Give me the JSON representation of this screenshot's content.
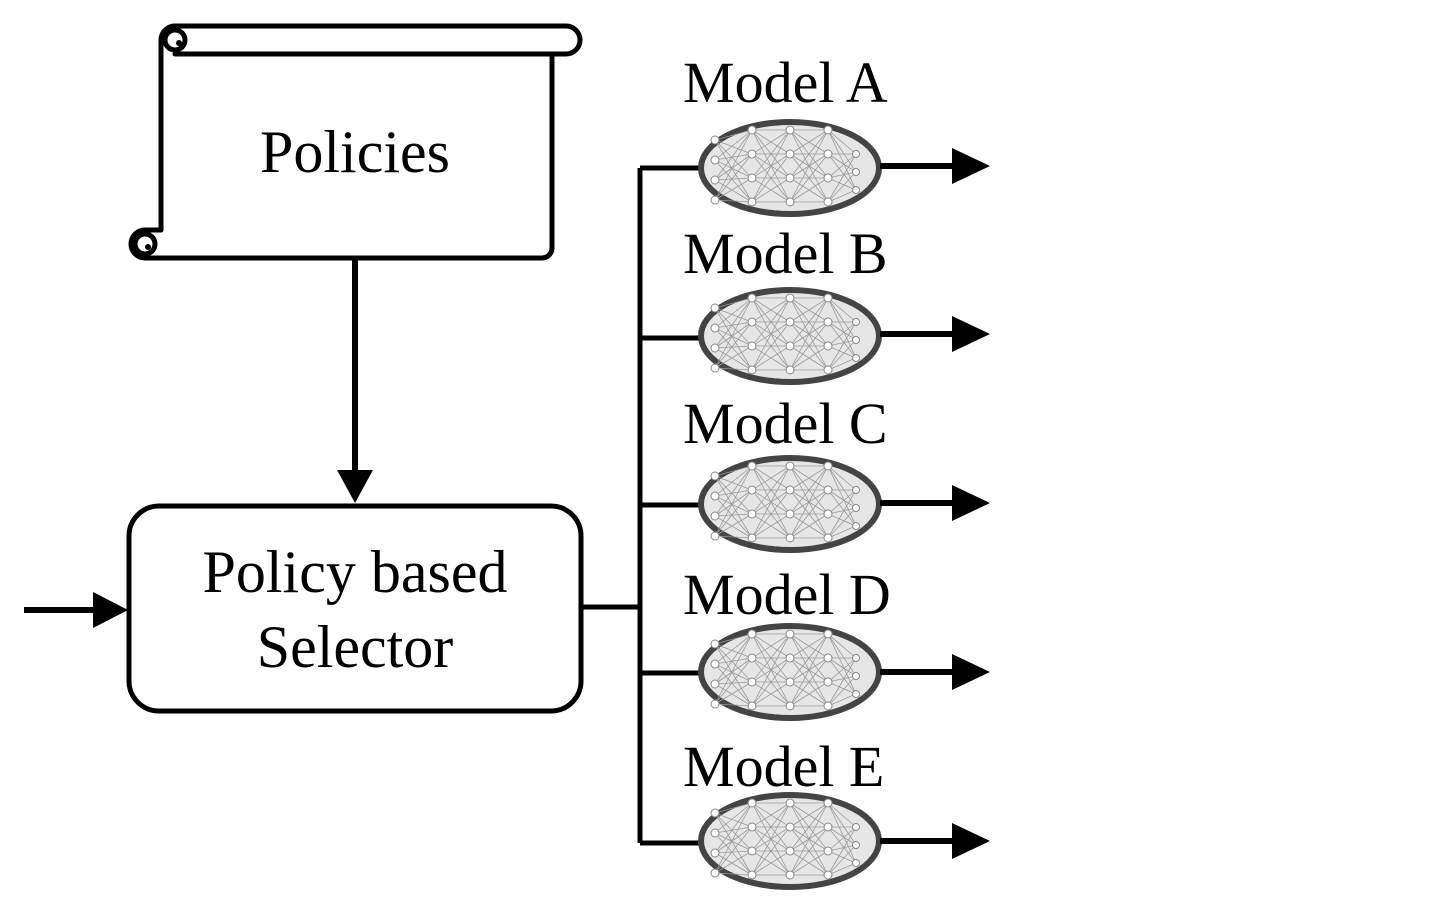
{
  "policies": {
    "label": "Policies"
  },
  "selector": {
    "line1": "Policy based",
    "line2": "Selector"
  },
  "models": [
    {
      "label": "Model A",
      "icon": "neural-network-icon"
    },
    {
      "label": "Model B",
      "icon": "neural-network-icon"
    },
    {
      "label": "Model C",
      "icon": "neural-network-icon"
    },
    {
      "label": "Model D",
      "icon": "neural-network-icon"
    },
    {
      "label": "Model E",
      "icon": "neural-network-icon"
    }
  ],
  "colors": {
    "stroke": "#000000",
    "background": "#ffffff",
    "model_outline": "#444444",
    "network_lines": "#999999"
  }
}
